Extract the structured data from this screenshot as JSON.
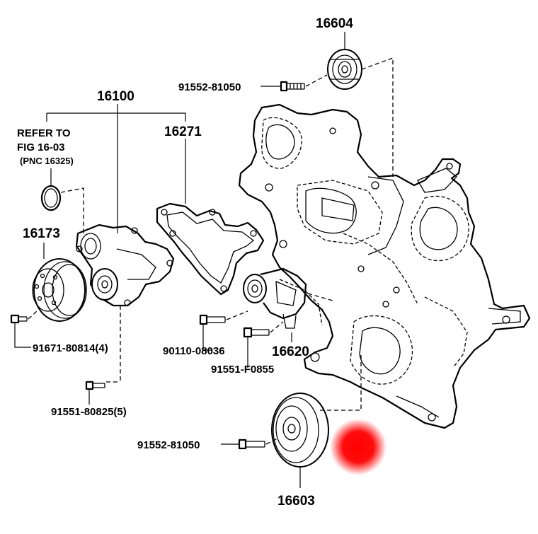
{
  "labels": {
    "p16604": "16604",
    "p91552_top": "91552-81050",
    "p16100": "16100",
    "refer_line1": "REFER TO",
    "refer_line2": "FIG 16-03",
    "refer_line3": "(PNC 16325)",
    "p16271": "16271",
    "p16173": "16173",
    "p91671": "91671-80814(4)",
    "p90110": "90110-08036",
    "p16620": "16620",
    "p91551_f": "91551-F0855",
    "p91551_80825": "91551-80825(5)",
    "p91552_bottom": "91552-81050",
    "p16603": "16603"
  },
  "colors": {
    "line": "#000000",
    "marker": "#ff0000"
  }
}
